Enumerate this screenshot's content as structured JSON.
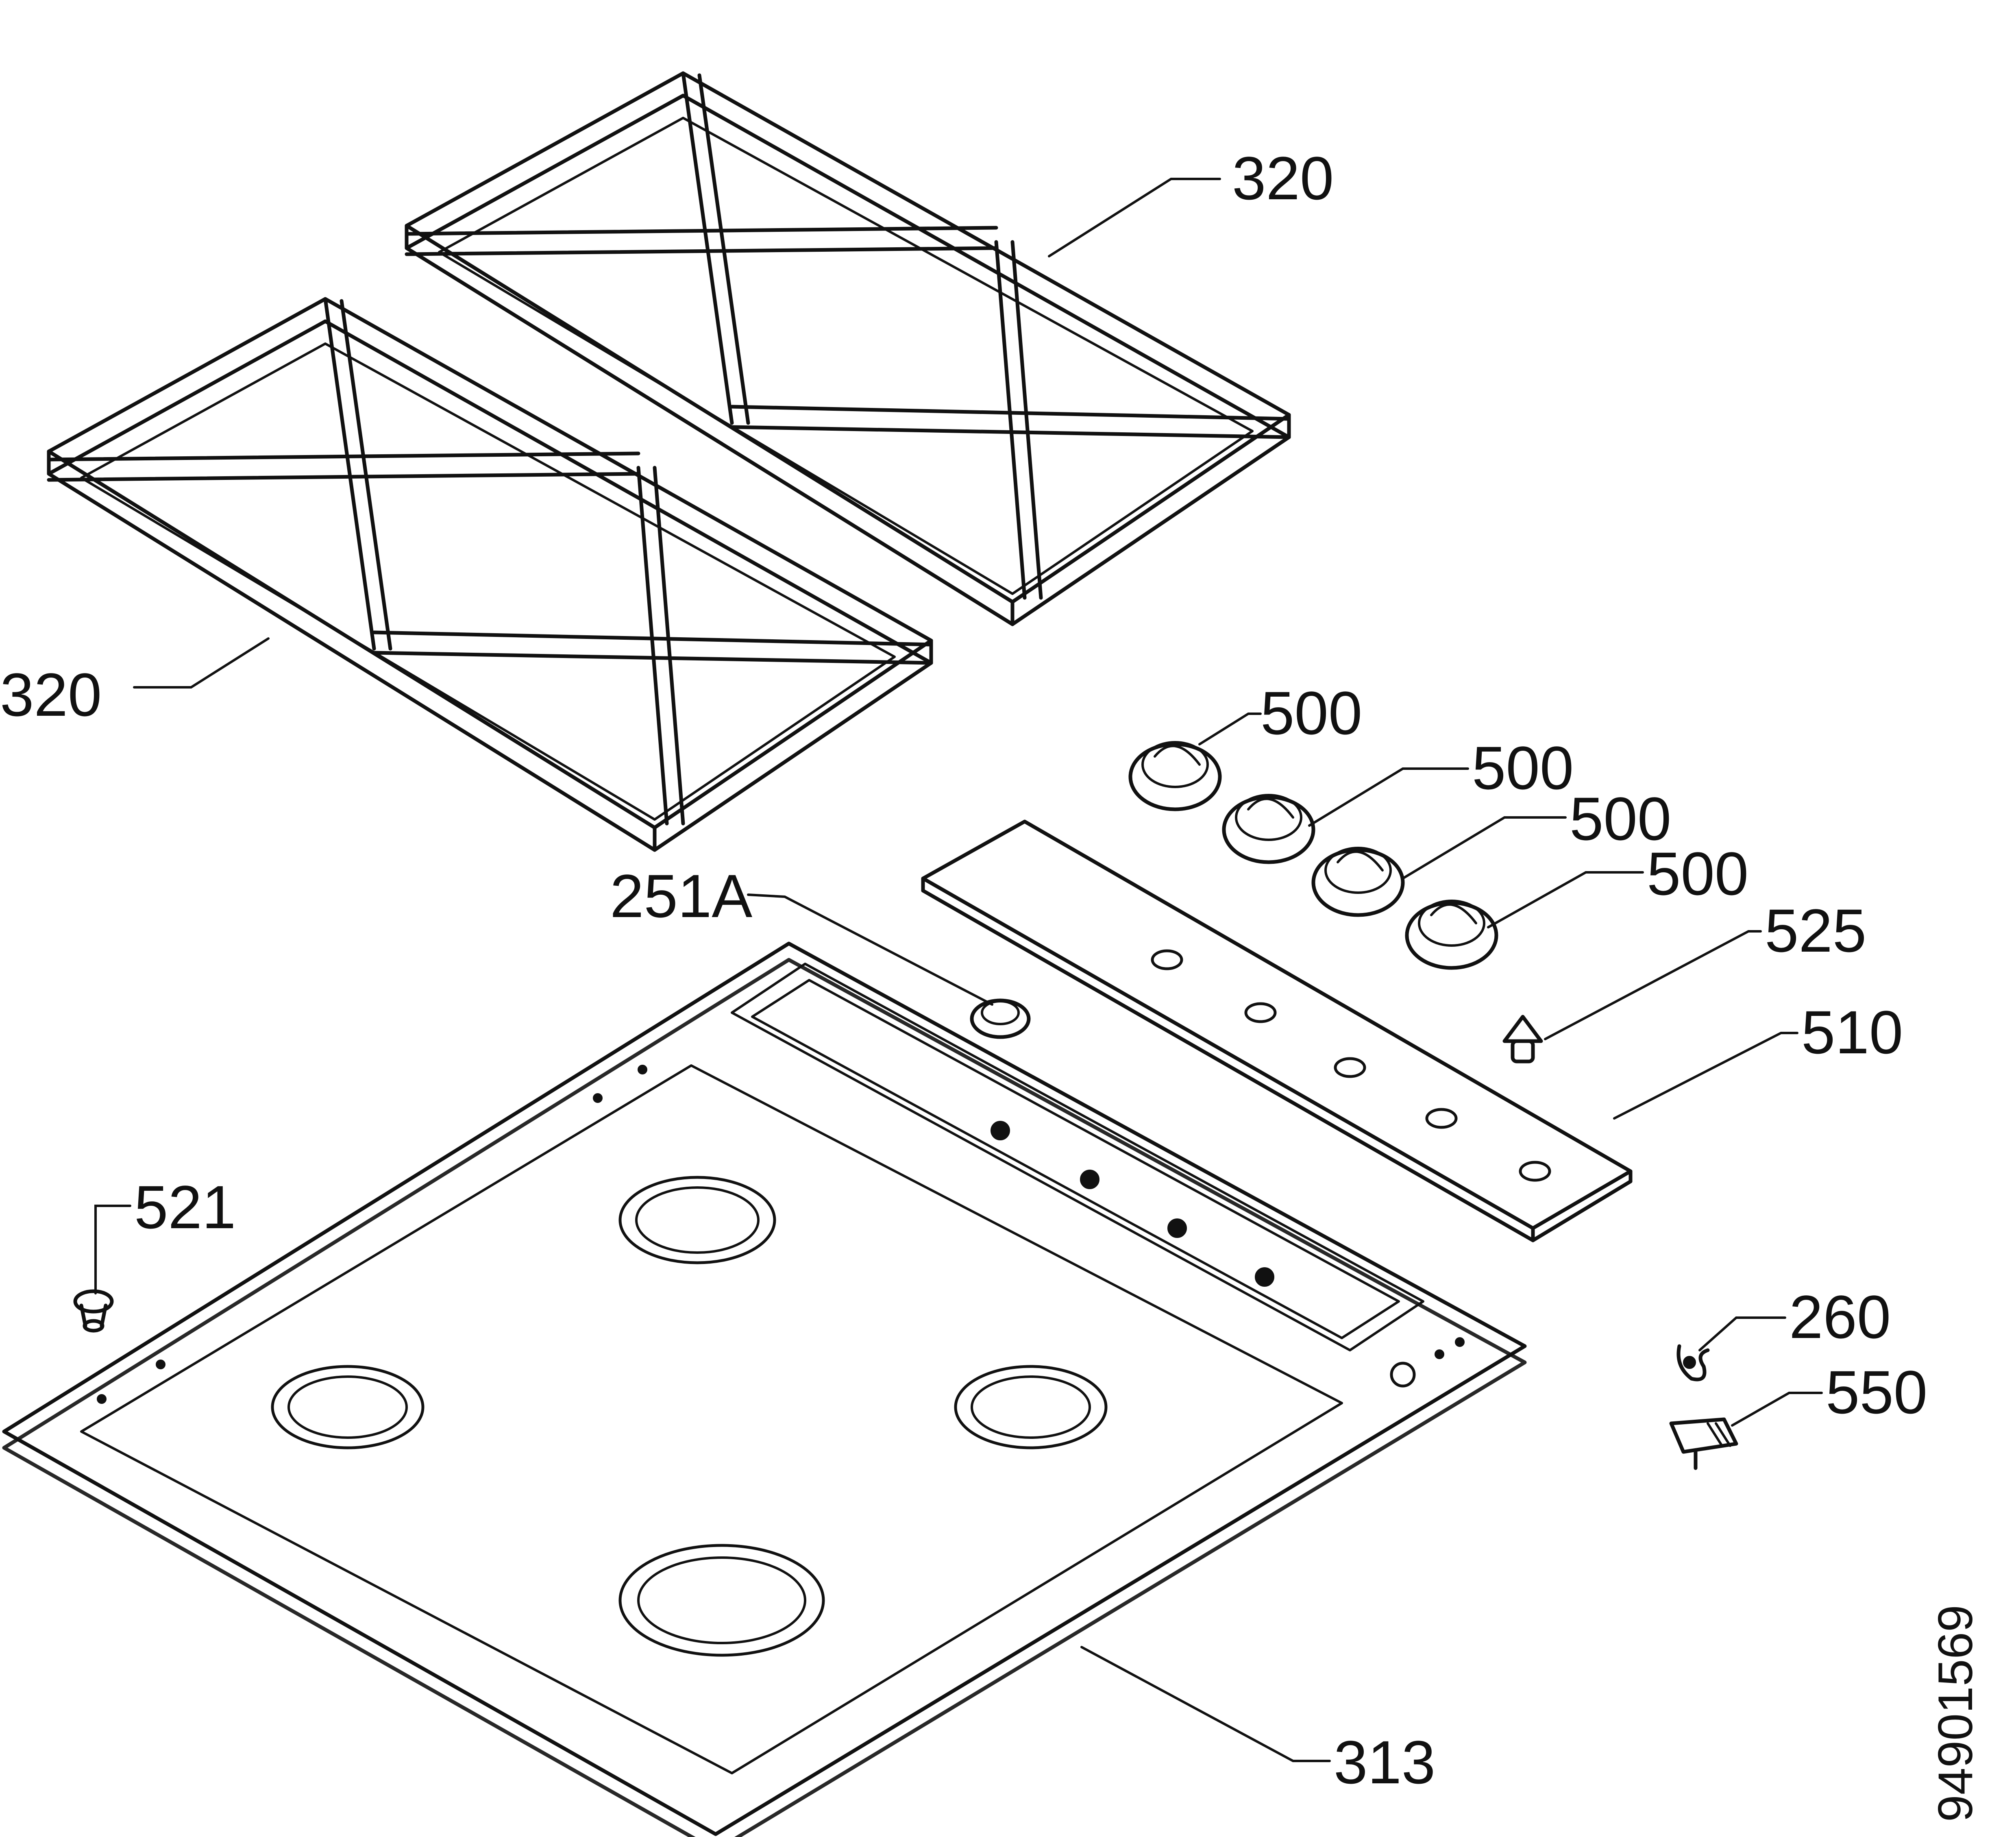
{
  "diagram": {
    "labels": {
      "grid_right": "320",
      "grid_left": "320",
      "knob_1": "500",
      "knob_2": "500",
      "knob_3": "500",
      "knob_4": "500",
      "button_525": "525",
      "control_panel_510": "510",
      "plug_251a": "251A",
      "foot_521": "521",
      "clip_260": "260",
      "connector_550": "550",
      "hob_top_313": "313"
    },
    "drawing_code": "94901569",
    "colors": {
      "ink": "#111111",
      "background": "#ffffff"
    }
  }
}
